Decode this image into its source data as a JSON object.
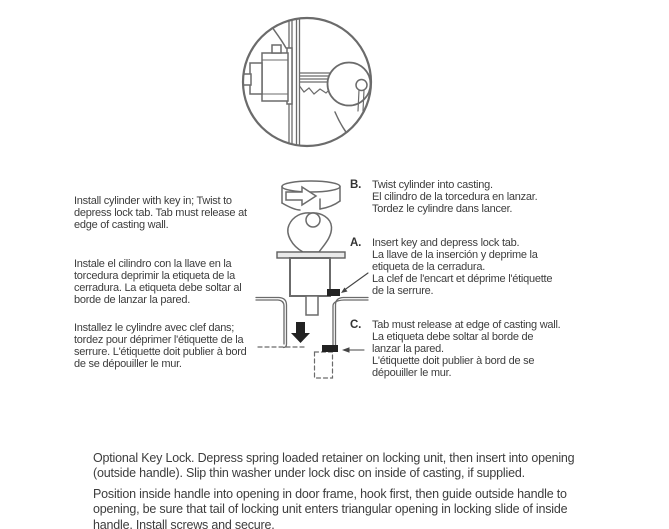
{
  "page": {
    "type": "lock-installation-instruction-sheet",
    "background_color": "#ffffff",
    "text_color": "#3d3d3d",
    "diagram_line_color": "#6b6b6b",
    "highlight_black": "#222222"
  },
  "left_column": {
    "paragraphs": [
      {
        "lang": "en",
        "text": "Install cylinder with key in; Twist to\ndepress lock tab. Tab must release at\nedge of casting wall."
      },
      {
        "lang": "es",
        "text": "Instale el cilindro con la llave en la\ntorcedura deprimir la etiqueta de la\ncerradura. La etiqueta debe soltar al\nborde de lanzar la pared."
      },
      {
        "lang": "fr",
        "text": "Installez le cylindre avec clef dans;\ntordez pour déprimer l'étiquette de la\nserrure. L'étiquette doit publier à bord\nde se dépouiller le mur."
      }
    ]
  },
  "steps": [
    {
      "letter": "B.",
      "text": "Twist cylinder into casting.\nEl cilindro de la torcedura en lanzar.\nTordez le cylindre dans lancer."
    },
    {
      "letter": "A.",
      "text": "Insert key and depress lock tab.\nLa llave de la inserción y deprime la\netiqueta de la cerradura.\nLa clef de l'encart et déprime l'étiquette\nde la serrure."
    },
    {
      "letter": "C.",
      "text": "Tab must release at edge of casting wall.\nLa etiqueta debe soltar al borde de\nlanzar la pared.\nL'étiquette doit publier à bord de se\ndépouiller le mur."
    }
  ],
  "footer": {
    "paragraphs": [
      "Optional Key Lock. Depress spring loaded retainer on locking unit, then insert into opening\n(outside handle). Slip thin washer under lock disc on inside of casting, if supplied.",
      "Position inside handle into opening in door frame, hook first, then guide outside handle to\nopening, be sure that tail of locking unit enters triangular opening in locking slide of inside\nhandle. Install screws and secure."
    ]
  },
  "diagrams": {
    "detail_circle": "cross-section of lock cylinder and key through casting wall",
    "installation": "key cylinder twisting down into casting channel with lock tab positions"
  }
}
